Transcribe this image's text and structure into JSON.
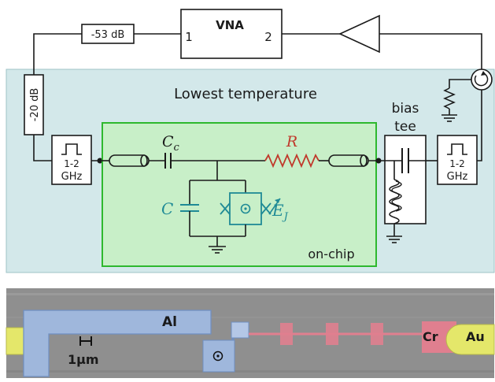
{
  "circuit": {
    "vna_label": "VNA",
    "port1_label": "1",
    "port2_label": "2",
    "attenuator_top_label": "-53 dB",
    "attenuator_left_label": "-20 dB",
    "cold_stage_label": "Lowest temperature",
    "filter_label_line1": "1-2",
    "filter_label_line2": "GHz",
    "bias_tee_line1": "bias",
    "bias_tee_line2": "tee",
    "coupling_cap_symbol": "C",
    "coupling_cap_subscript": "c",
    "resistor_symbol": "R",
    "capacitor_symbol": "C",
    "josephson_symbol": "E",
    "josephson_subscript": "J",
    "on_chip_label": "on-chip",
    "colors": {
      "cold_stage_fill": "#d3e8ea",
      "chip_fill": "#c8efc8",
      "chip_border": "#2eb82e",
      "resistor_color": "#c0392b",
      "qubit_color": "#1f8a96"
    }
  },
  "micrograph": {
    "al_label": "Al",
    "cr_label": "Cr",
    "au_label": "Au",
    "scale_label": "1µm",
    "colors": {
      "aluminum": "#9fb7dc",
      "gold": "#e4e76a",
      "chromium": "#e07f8f",
      "substrate": "#8f8f8f"
    }
  }
}
